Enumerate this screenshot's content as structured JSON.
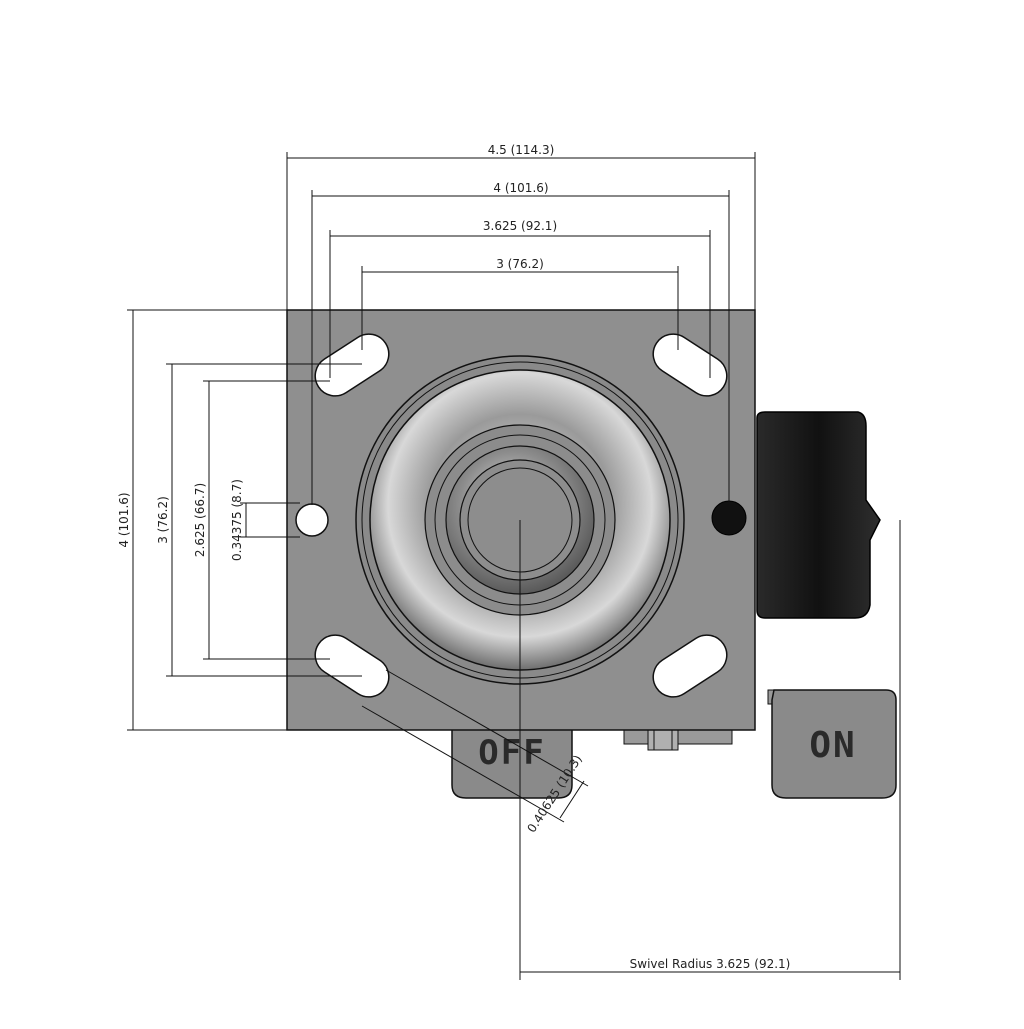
{
  "drawing": {
    "dimensions": {
      "width_overall": "4.5 (114.3)",
      "bolt_outer": "4 (101.6)",
      "bolt_mid": "3.625 (92.1)",
      "bolt_inner": "3 (76.2)",
      "height_overall": "4 (101.6)",
      "height_3": "3 (76.2)",
      "height_2625": "2.625 (66.7)",
      "slot_width": "0.34375 (8.7)",
      "slot_diag": "0.40625 (10.3)",
      "swivel_radius": "Swivel Radius 3.625 (92.1)"
    },
    "pedal_labels": {
      "on": "ON",
      "off": "OFF"
    }
  },
  "colors": {
    "plate": "#8f8f8f",
    "pedal": "#8a8a8a",
    "lock_body": "#1c1c1c",
    "line": "#111111"
  }
}
